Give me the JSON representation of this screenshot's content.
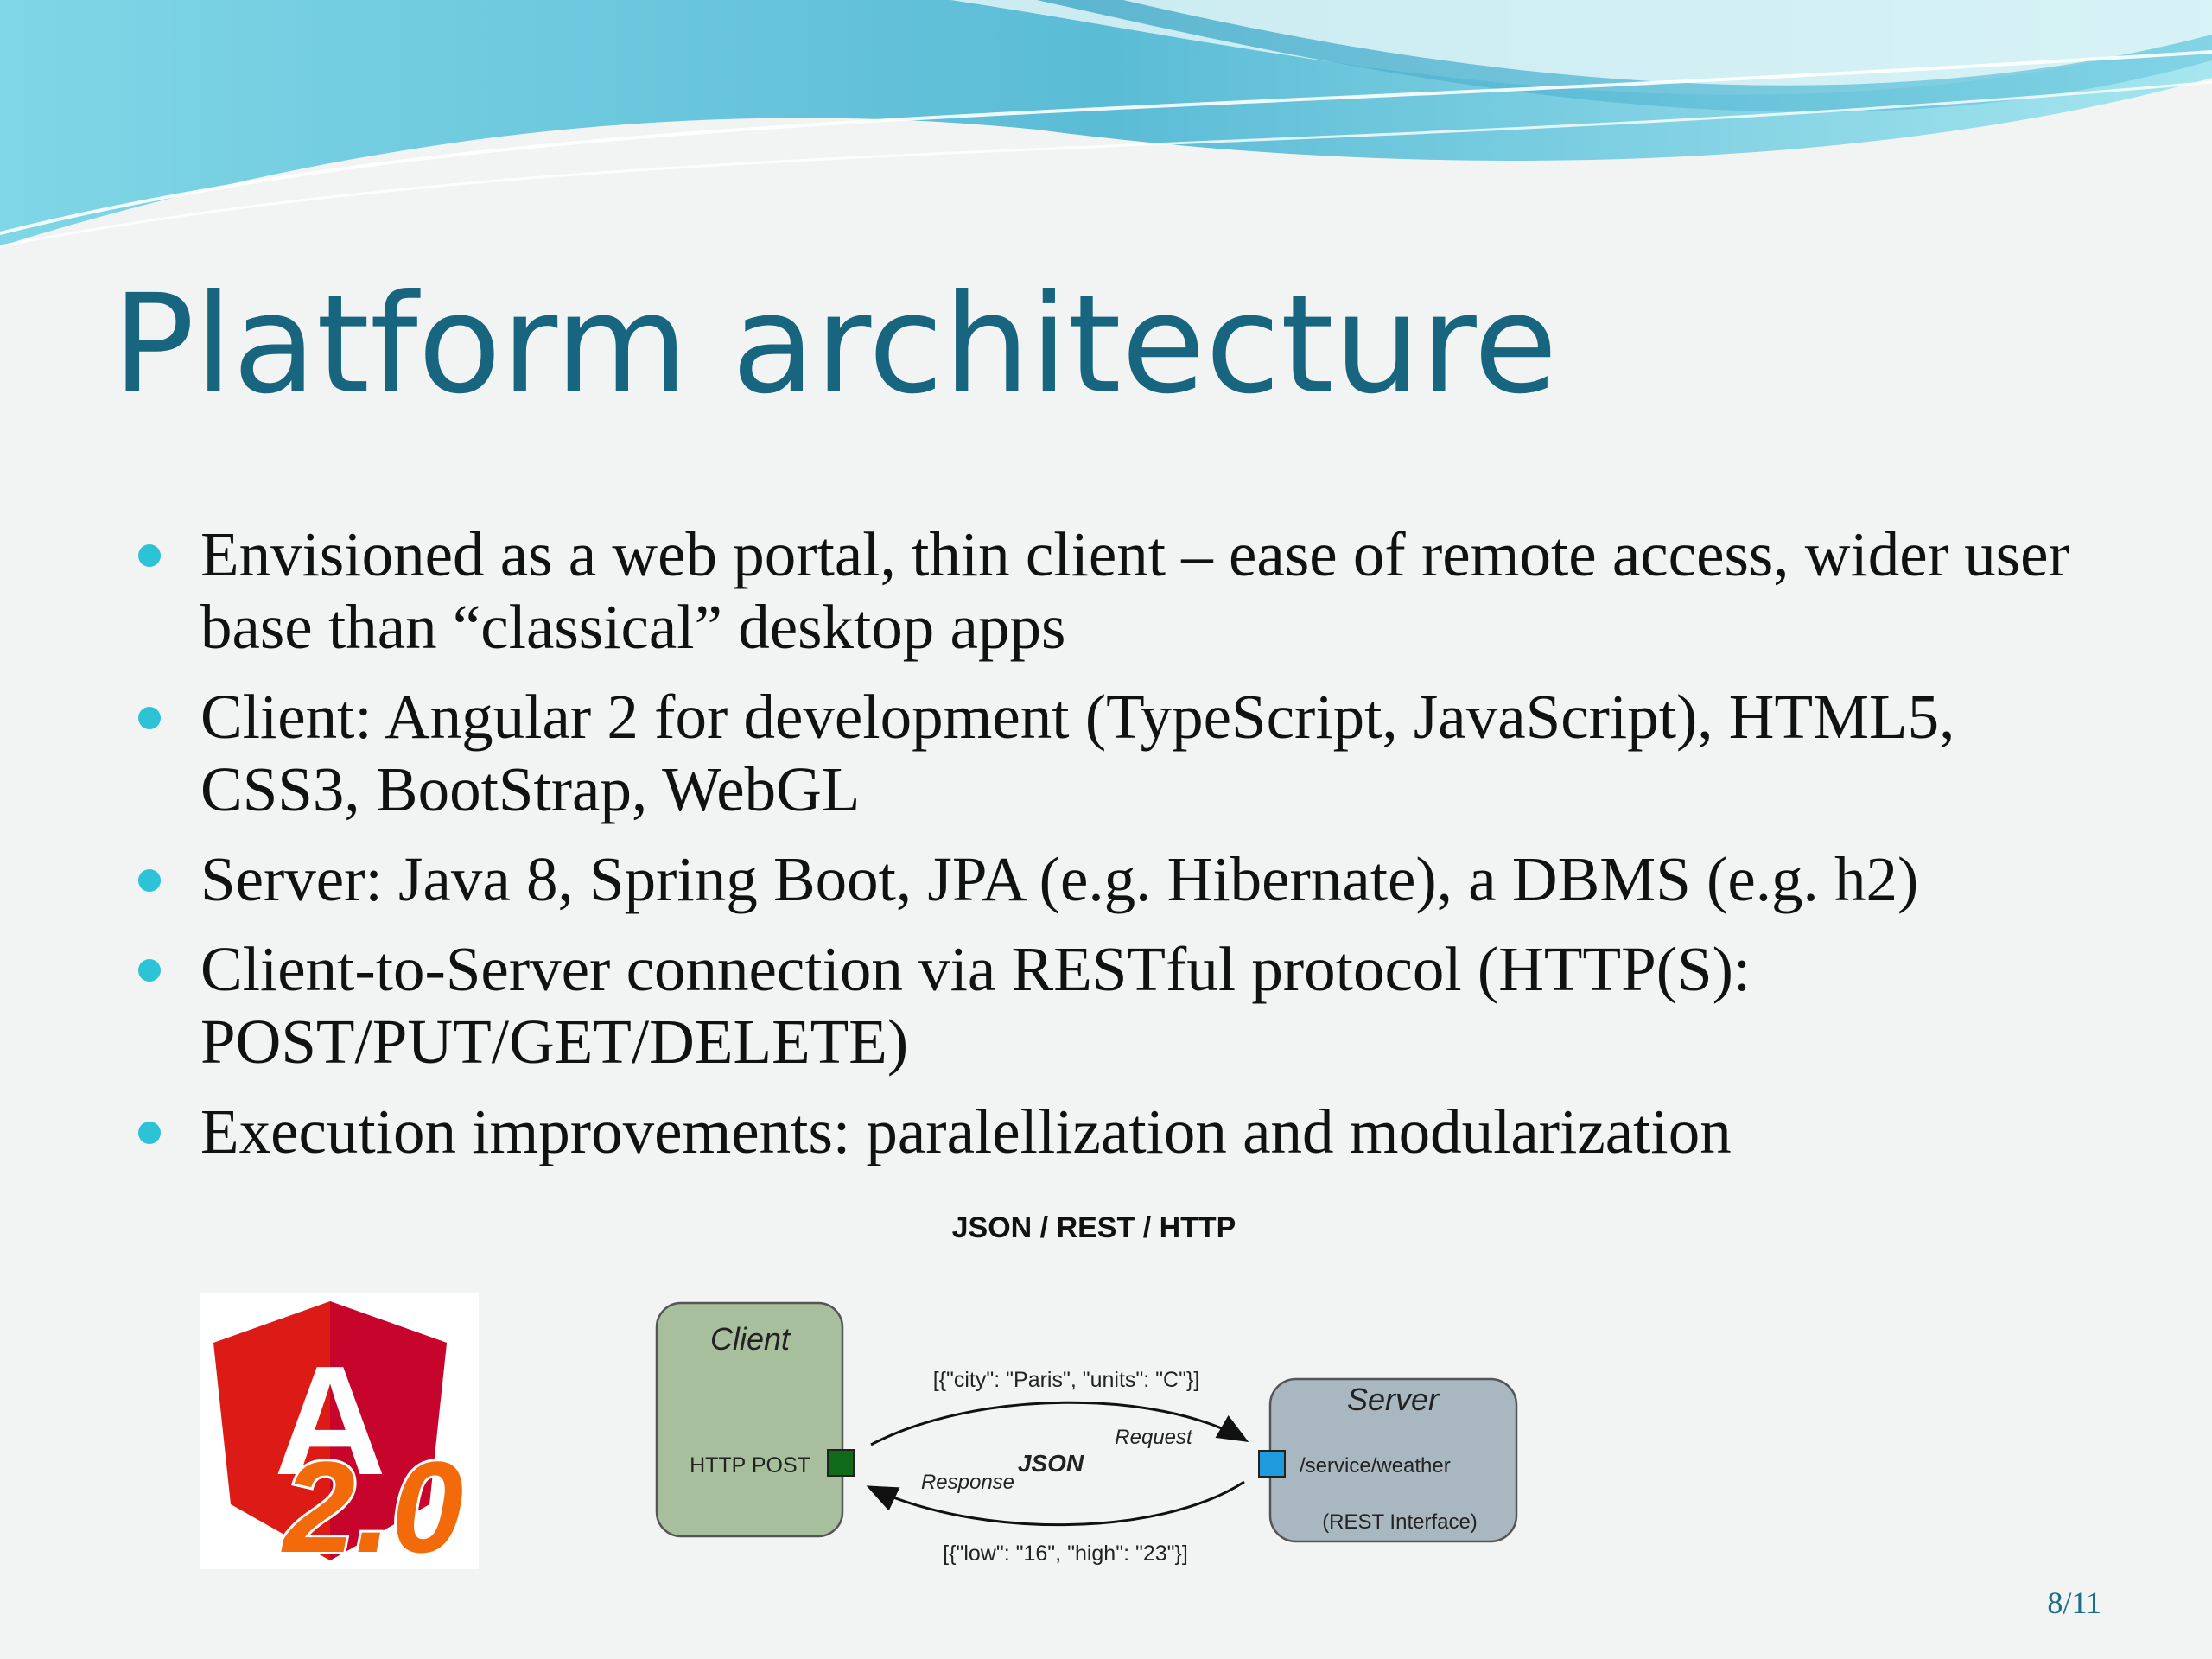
{
  "slide": {
    "title": "Platform architecture",
    "bullets": [
      {
        "text": "Envisioned as a web portal, thin client – ease of remote access, wider user base than “classical” desktop apps"
      },
      {
        "text": "Client: Angular 2 for development (TypeScript, JavaScript), HTML5, CSS3, BootStrap, WebGL"
      },
      {
        "text": "Server: Java 8, Spring Boot, JPA (e.g. Hibernate), a DBMS (e.g. h2)"
      },
      {
        "text": "Client-to-Server connection via RESTful protocol (HTTP(S): POST/PUT/GET/DELETE)"
      },
      {
        "text": "Execution improvements: paralellization and modularization"
      }
    ],
    "page_number": "8/11"
  },
  "logo": {
    "letter": "A",
    "version": "2.0"
  },
  "diagram": {
    "title": "JSON / REST / HTTP",
    "client_label": "Client",
    "client_method": "HTTP POST",
    "server_label": "Server",
    "server_endpoint": "/service/weather",
    "server_interface": "(REST Interface)",
    "request_payload": "[{\"city\": \"Paris\", \"units\": \"C\"}]",
    "request_label": "Request",
    "center_label": "JSON",
    "response_label": "Response",
    "response_payload": "[{\"low\": \"16\", \"high\": \"23\"}]"
  },
  "colors": {
    "title": "#17657f",
    "bullet": "#2cc3d6",
    "client_box": "#a7bf9d",
    "server_box": "#a9b7c1",
    "client_port": "#0f6b1a",
    "server_port": "#1e9bdd",
    "angular_red": "#dd1b16",
    "angular_orange": "#f26a0a"
  }
}
